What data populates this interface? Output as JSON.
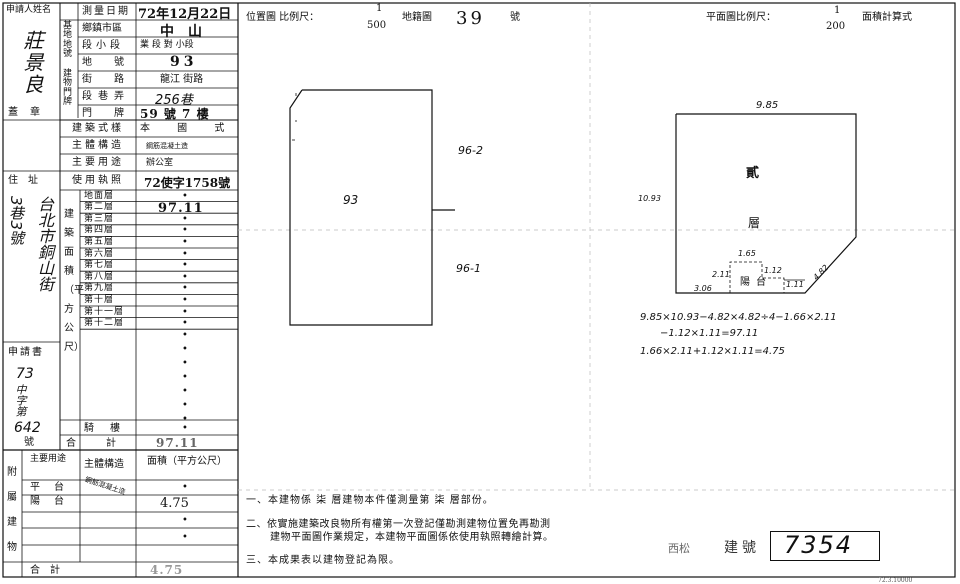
{
  "applicant": {
    "name_label": "申請人姓名",
    "name_value": "莊景良",
    "seal_label": "蓋章",
    "address_label": "住址",
    "address_value": "台北市銅山街",
    "address_number": "3巷3號",
    "application_label": "申請書",
    "application_value_1": "73",
    "application_value_2": "中字第",
    "application_value_3": "642",
    "application_value_4": "號"
  },
  "survey": {
    "date_label": "測量日期",
    "date_value": "72年12月22日",
    "base_label": "基地地號",
    "district_label": "鄉鎮市區",
    "district_value": "中山",
    "section_label": "段小段",
    "section_value": "業 段 對 小段",
    "lot_label": "地號",
    "lot_value": "93",
    "address_label": "建物門牌",
    "street_label": "街路",
    "street_value": "龍江 街路",
    "lane_label": "段巷弄",
    "lane_value": "256巷",
    "number_label": "門牌",
    "number_value": "59 號 7 樓"
  },
  "building": {
    "style_label": "建築式樣",
    "style_value": "本 國 式",
    "structure_label": "主體構造",
    "structure_value": "鋼筋混凝土造",
    "use_label": "主要用途",
    "use_value": "辦公室",
    "license_label": "使用執照",
    "license_value": "72使字1758號",
    "area_section_label": "建築面積（平方公尺）",
    "floors": [
      {
        "name": "地面層",
        "value": "•"
      },
      {
        "name": "第二層",
        "value": "97.11"
      },
      {
        "name": "第三層",
        "value": "•"
      },
      {
        "name": "第四層",
        "value": "•"
      },
      {
        "name": "第五層",
        "value": "•"
      },
      {
        "name": "第六層",
        "value": "•"
      },
      {
        "name": "第七層",
        "value": "•"
      },
      {
        "name": "第八層",
        "value": "•"
      },
      {
        "name": "第九層",
        "value": "•"
      },
      {
        "name": "第十層",
        "value": "•"
      },
      {
        "name": "第十一層",
        "value": "•"
      },
      {
        "name": "第十二層",
        "value": "•"
      }
    ],
    "arcade_label": "騎樓",
    "arcade_value": "•",
    "total_label": "合計",
    "total_value": "97.11"
  },
  "annex": {
    "section_label": "附屬建物",
    "use_label": "主要用途",
    "structure_label": "主體構造",
    "area_label": "面積（平方公尺）",
    "rows": [
      {
        "use": "平台",
        "structure": "鋼筋混凝土造",
        "area": "•"
      },
      {
        "use": "陽台",
        "structure": "",
        "area": "4.75"
      }
    ],
    "total_label": "合計",
    "total_value": "4.75"
  },
  "header": {
    "location_label": "位置圖 比例尺：",
    "location_scale_num": "1",
    "location_scale_den": "500",
    "cadastral_label": "地籍圖",
    "cadastral_number": "39",
    "cadastral_unit": "號",
    "floor_plan_label": "平面圖比例尺：",
    "floor_plan_num": "1",
    "floor_plan_den": "200",
    "area_calc_label": "面積計算式"
  },
  "location_map": {
    "parcel_main": "93",
    "parcel_a": "96-2",
    "parcel_b": "96-1"
  },
  "floor_plan": {
    "top_dim": "9.85",
    "left_dim": "10.93",
    "label_top": "貳",
    "label_mid": "層",
    "balcony_label": "陽台",
    "dim_165": "1.65",
    "dim_211": "2.11",
    "dim_112": "1.12",
    "dim_111": "1.11",
    "dim_306": "3.06",
    "dim_482": "4.82",
    "calc_1": "9.85×10.93−4.82×4.82÷4−1.66×2.11",
    "calc_2": "−1.12×1.11=97.11",
    "calc_3": "1.66×2.11+1.12×1.11=4.75"
  },
  "notes": {
    "note_1": "一、本建物係 柒 層建物本件僅測量第 柒 層部份。",
    "note_2a": "二、依實施建築改良物所有權第一次登記僅勘測建物位置免再勘測",
    "note_2b": "建物平面圖作業規定，本建物平面圖係依使用執照轉繪計算。",
    "note_3": "三、本成果表以建物登記為限。"
  },
  "footer": {
    "building_no_label": "建號",
    "building_no_prefix": "西松",
    "building_no_value": "7354",
    "corner": "72.3.10000"
  }
}
